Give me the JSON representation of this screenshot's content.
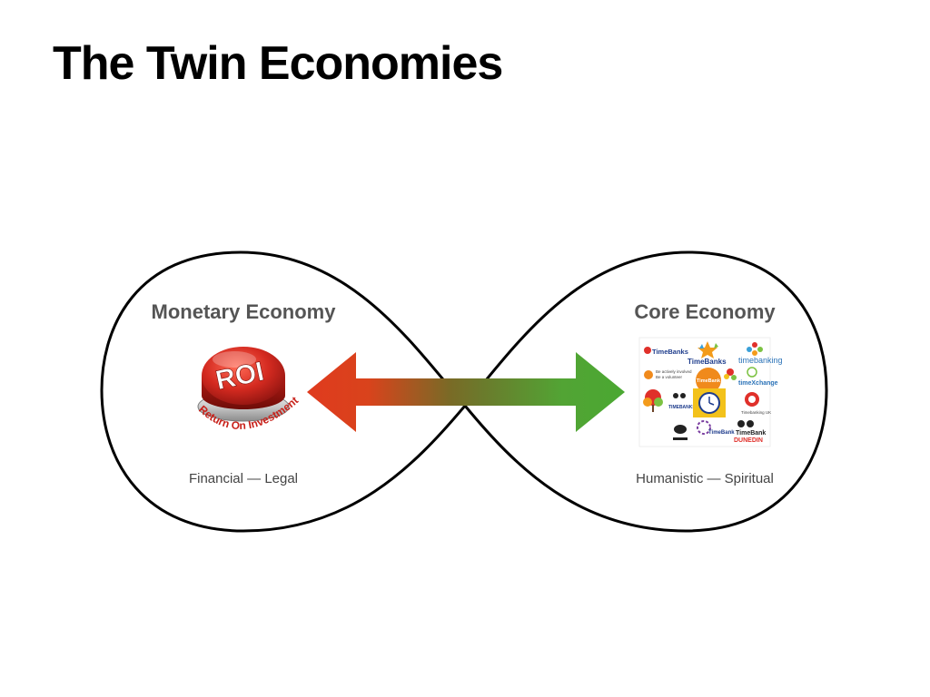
{
  "slide": {
    "title": "The Twin Economies"
  },
  "left_lobe": {
    "title": "Monetary Economy",
    "subtitle": "Financial — Legal",
    "button": {
      "label": "ROI",
      "caption": "Return On Investment",
      "color": "#d42a20"
    }
  },
  "right_lobe": {
    "title": "Core  Economy",
    "subtitle": "Humanistic — Spiritual",
    "logos": {
      "timebanks_1": "TimeBanks",
      "timebanks_2": "TimeBanks",
      "timebanking": "timebanking",
      "volunteer_1": "Be actively involved",
      "volunteer_2": "Be a volunteer",
      "timebank_badge": "TimeBank",
      "timexchange": "timeXchange",
      "timebanks_3": "TIMEBANKS",
      "timebanking_uk": "Timebanking UK",
      "timebank_2": "TimeBank",
      "timebank_3": "TimeBank",
      "dunedin": "DUNEDIN"
    }
  },
  "colors": {
    "title_text": "#000000",
    "lobe_title": "#555555",
    "lobe_subtitle": "#444444",
    "outline": "#000000",
    "arrow_left": "#e03a1e",
    "arrow_mid": "#6b7a2c",
    "arrow_right": "#4aa832"
  }
}
